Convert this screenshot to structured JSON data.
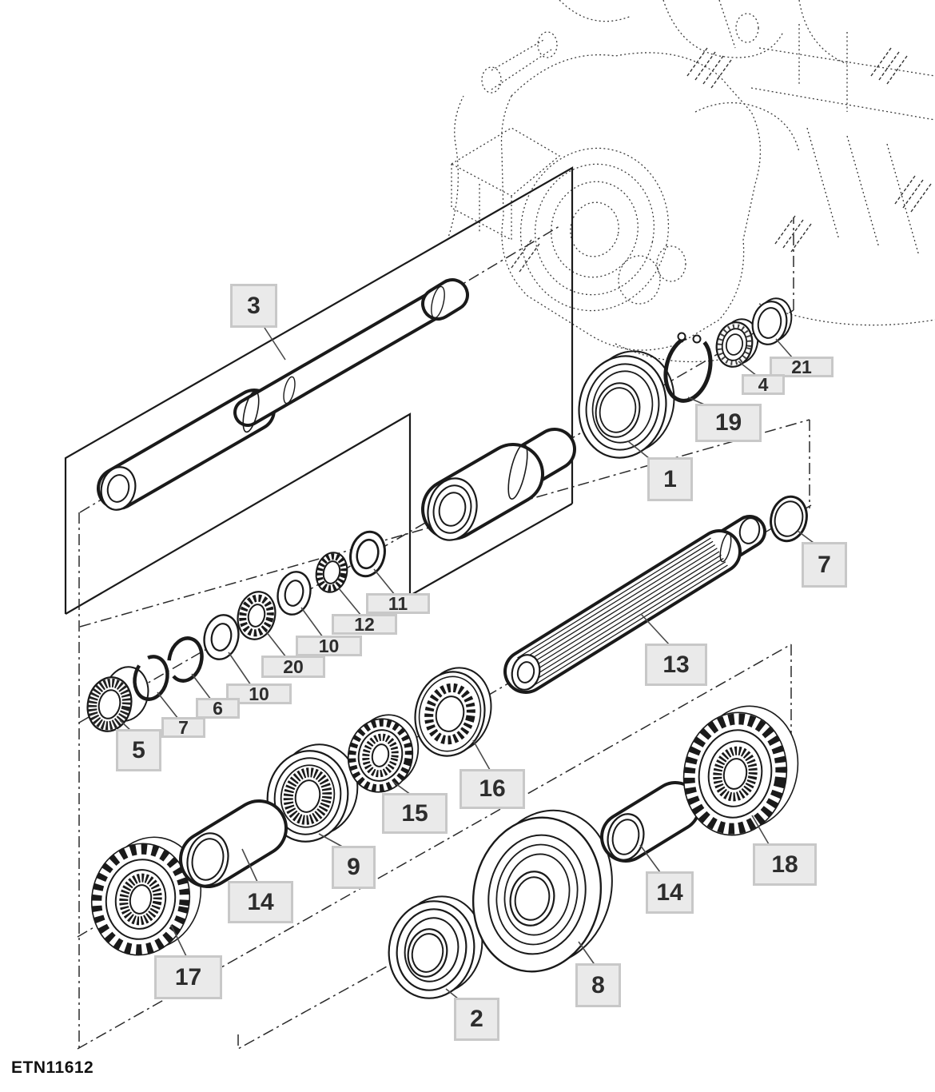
{
  "figure": {
    "code": "ETN11612",
    "callouts": [
      {
        "label": "1"
      },
      {
        "label": "2"
      },
      {
        "label": "3"
      },
      {
        "label": "4"
      },
      {
        "label": "5"
      },
      {
        "label": "6"
      },
      {
        "label": "7"
      },
      {
        "label": "7"
      },
      {
        "label": "8"
      },
      {
        "label": "9"
      },
      {
        "label": "10"
      },
      {
        "label": "10"
      },
      {
        "label": "11"
      },
      {
        "label": "12"
      },
      {
        "label": "13"
      },
      {
        "label": "14"
      },
      {
        "label": "14"
      },
      {
        "label": "15"
      },
      {
        "label": "16"
      },
      {
        "label": "17"
      },
      {
        "label": "18"
      },
      {
        "label": "19"
      },
      {
        "label": "20"
      },
      {
        "label": "21"
      }
    ]
  },
  "colors": {
    "background": "#ffffff",
    "linework": "#1a1a1a",
    "construction_line": "#2a2a2a",
    "ghost_line": "#3c3c3c",
    "callout_fill": "#eaeaea",
    "callout_border": "#c8c8c8",
    "callout_text": "#2d2d2d"
  }
}
